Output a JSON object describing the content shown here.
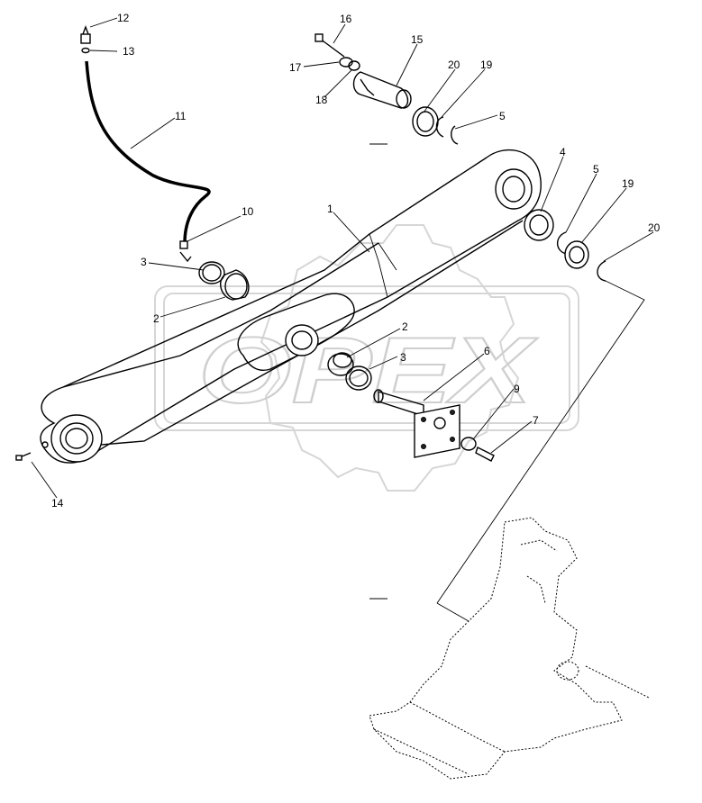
{
  "watermark": {
    "text": "OPEX"
  },
  "callouts": [
    {
      "label": "1"
    },
    {
      "label": "2"
    },
    {
      "label": "2"
    },
    {
      "label": "3"
    },
    {
      "label": "3"
    },
    {
      "label": "4"
    },
    {
      "label": "5"
    },
    {
      "label": "5"
    },
    {
      "label": "6"
    },
    {
      "label": "7"
    },
    {
      "label": "9"
    },
    {
      "label": "10"
    },
    {
      "label": "11"
    },
    {
      "label": "12"
    },
    {
      "label": "13"
    },
    {
      "label": "14"
    },
    {
      "label": "15"
    },
    {
      "label": "16"
    },
    {
      "label": "17"
    },
    {
      "label": "18"
    },
    {
      "label": "19"
    },
    {
      "label": "19"
    },
    {
      "label": "20"
    },
    {
      "label": "20"
    }
  ]
}
